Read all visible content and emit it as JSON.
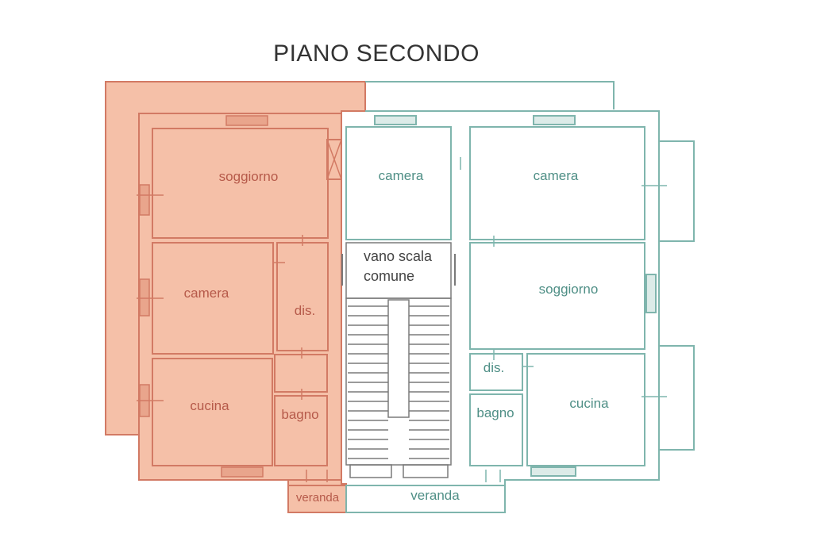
{
  "title": "PIANO SECONDO",
  "colors": {
    "left_unit_fill": "#f5c0a8",
    "left_unit_line": "#d27a64",
    "left_label": "#b65a4a",
    "right_unit_line": "#7fb5ad",
    "right_label": "#4f8f86",
    "stair_line": "#7a7a7a"
  },
  "left_unit": {
    "rooms": {
      "soggiorno": "soggiorno",
      "camera": "camera",
      "dis": "dis.",
      "cucina": "cucina",
      "bagno": "bagno",
      "veranda": "veranda"
    }
  },
  "right_unit": {
    "rooms": {
      "camera_1": "camera",
      "camera_2": "camera",
      "soggiorno": "soggiorno",
      "dis": "dis.",
      "bagno": "bagno",
      "cucina": "cucina",
      "veranda": "veranda"
    }
  },
  "stair": {
    "label_line1": "vano scala",
    "label_line2": "comune"
  }
}
